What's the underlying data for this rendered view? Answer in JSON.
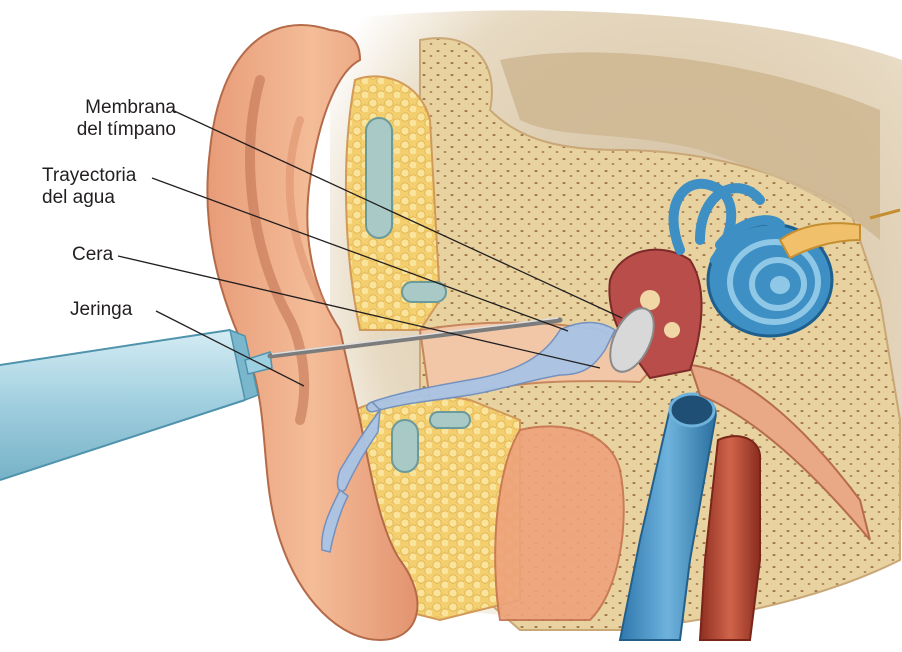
{
  "labels": {
    "membrana": {
      "line1": "Membrana",
      "line2": "del tímpano"
    },
    "trayectoria": {
      "line1": "Trayectoria",
      "line2": "del agua"
    },
    "cera": "Cera",
    "jeringa": "Jeringa"
  },
  "colors": {
    "background_bone": "#e9d8a6",
    "beige_back": "#d9c6a8",
    "skin": "#f0b38f",
    "skin_shadow": "#d9876a",
    "fat": "#f6d77a",
    "water_blue": "#a9c4e6",
    "cochlea_blue": "#3e8fc4",
    "vessel_blue": "#4a93c3",
    "vessel_red": "#b5432f",
    "syringe": "#8ec9dc"
  }
}
